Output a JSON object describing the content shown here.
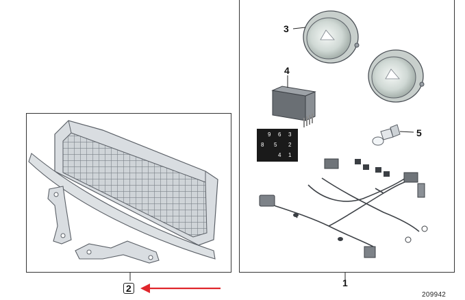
{
  "callouts": {
    "item1": "1",
    "item2": "2",
    "item3": "3",
    "item4": "4",
    "item5": "5"
  },
  "relay_pins": [
    "9",
    "6",
    "3",
    "8",
    "5",
    "2",
    "4",
    "1"
  ],
  "ref_number": "209942",
  "colors": {
    "arrow": "#e0252b",
    "frame": "#333333",
    "part_fill": "#d9dde1",
    "part_stroke": "#5a5f66"
  }
}
